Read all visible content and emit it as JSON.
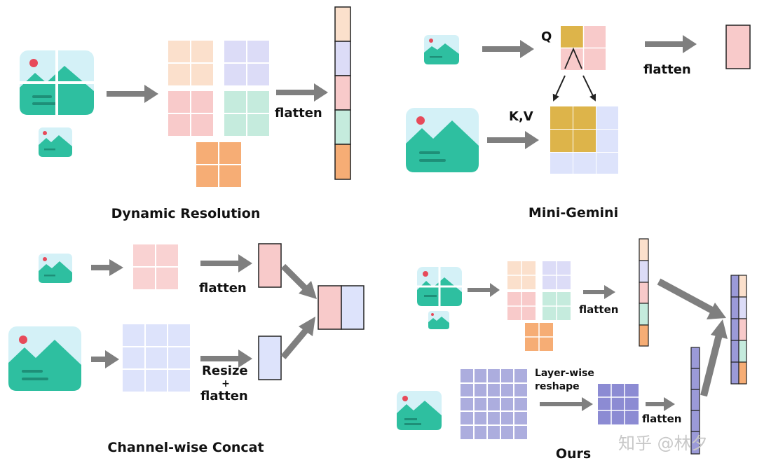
{
  "panels": {
    "dynamic_resolution": {
      "caption": "Dynamic Resolution",
      "arrow_label": "flatten"
    },
    "mini_gemini": {
      "caption": "Mini-Gemini",
      "q_label": "Q",
      "kv_label": "K,V",
      "arrow_label": "flatten"
    },
    "channel_concat": {
      "caption": "Channel-wise Concat",
      "flatten_label": "flatten",
      "resize_label": "Resize",
      "plus_label": "+",
      "resize_flatten_label": "flatten"
    },
    "ours": {
      "caption": "Ours",
      "flatten_label_top": "flatten",
      "reshape_label_1": "Layer-wise",
      "reshape_label_2": "reshape",
      "flatten_label_bottom": "flatten"
    }
  },
  "watermark": "知乎 @林夕",
  "colors": {
    "peach": "#fbe0cc",
    "lavender": "#dcdcf7",
    "pink": "#f8caca",
    "mint": "#c5ebdd",
    "orange": "#f6ad75",
    "gold": "#ddb44a",
    "light_blue": "#dde3fb",
    "purple": "#9b9ad8",
    "teal": "#2ebfa0",
    "sky": "#d4f1f7",
    "red_dot": "#e74a5a",
    "arrow_gray": "#7f7f7f"
  },
  "icons": [
    "image-icon",
    "split-image-icon",
    "arrow-right-icon"
  ]
}
